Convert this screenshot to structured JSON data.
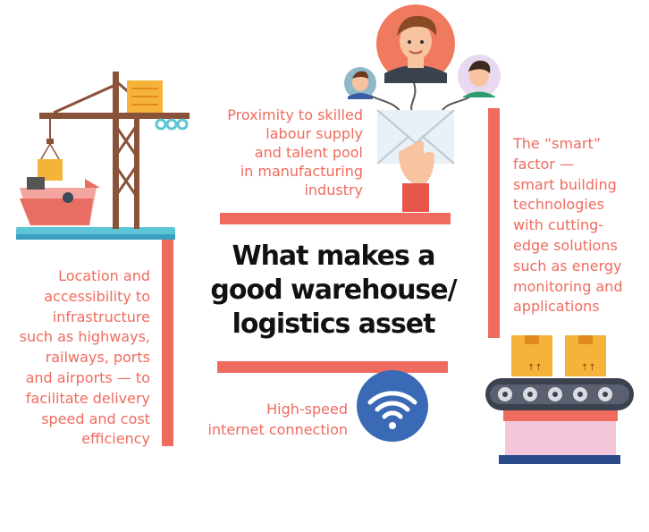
{
  "title": {
    "lines": [
      "What makes a",
      "good warehouse/",
      "logistics asset"
    ]
  },
  "factors": {
    "talent": {
      "lines": [
        "Proximity to skilled",
        "labour supply",
        "and talent pool",
        "in manufacturing",
        "industry"
      ]
    },
    "smart": {
      "lines": [
        "The “smart”",
        "factor —",
        "smart building",
        "technologies",
        "with cutting-",
        "edge solutions",
        "such as energy",
        "monitoring and",
        "applications"
      ]
    },
    "location": {
      "lines": [
        "Location and",
        "accessibility to",
        "infrastructure",
        "such as highways,",
        "railways, ports",
        "and airports — to",
        "facilitate delivery",
        "speed and cost",
        "efficiency"
      ]
    },
    "internet": {
      "lines": [
        "High-speed",
        "internet connection"
      ]
    }
  },
  "icons": {
    "port": "ship-crane-icon",
    "people": "people-envelope-icon",
    "conveyor": "conveyor-boxes-icon",
    "wifi": "wifi-icon"
  },
  "colors": {
    "accent": "#ef6b5e",
    "title": "#111111",
    "navy": "#2a4a8a",
    "wifi_blue": "#3a6ab5",
    "box_orange": "#f6b33a",
    "water": "#5cc6d6",
    "ship_pink": "#f3a6a0",
    "belt_pink": "#f4c6da"
  }
}
